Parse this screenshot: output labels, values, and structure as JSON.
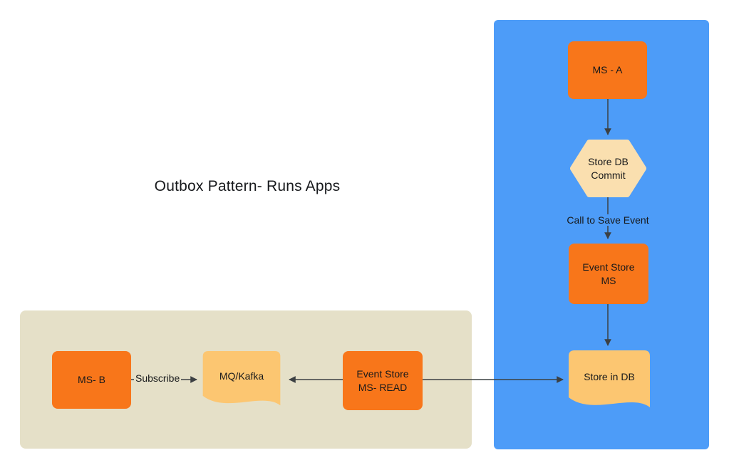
{
  "title": "Outbox Pattern- Runs Apps",
  "colors": {
    "background": "#FFFFFF",
    "panel_blue": "#4D9CF8",
    "panel_beige": "#E5E0C8",
    "node_orange": "#F8761A",
    "document_tan": "#FCC671",
    "hexagon_cream": "#FADFAF",
    "connector": "#3C4043",
    "text": "#17191C"
  },
  "nodes": {
    "ms_a": {
      "label": "MS - A",
      "type": "process"
    },
    "store_db_commit": {
      "line1": "Store DB",
      "line2": "Commit",
      "type": "hexagon"
    },
    "event_store_ms": {
      "line1": "Event Store",
      "line2": "MS",
      "type": "process"
    },
    "store_in_db": {
      "label": "Store in DB",
      "type": "document"
    },
    "ms_b": {
      "label": "MS- B",
      "type": "process"
    },
    "mq_kafka": {
      "label": "MQ/Kafka",
      "type": "document"
    },
    "event_store_ms_read": {
      "line1": "Event Store",
      "line2": "MS- READ",
      "type": "process"
    }
  },
  "edges": {
    "call_to_save_event": "Call to Save Event",
    "subscribe": "Subscribe"
  },
  "connections": [
    {
      "from": "ms_a",
      "to": "store_db_commit",
      "label": ""
    },
    {
      "from": "store_db_commit",
      "to": "event_store_ms",
      "label": "Call to Save Event"
    },
    {
      "from": "event_store_ms",
      "to": "store_in_db",
      "label": ""
    },
    {
      "from": "event_store_ms_read",
      "to": "store_in_db",
      "label": ""
    },
    {
      "from": "ms_b",
      "to": "mq_kafka",
      "label": "Subscribe"
    },
    {
      "from": "event_store_ms_read",
      "to": "mq_kafka",
      "label": ""
    }
  ]
}
